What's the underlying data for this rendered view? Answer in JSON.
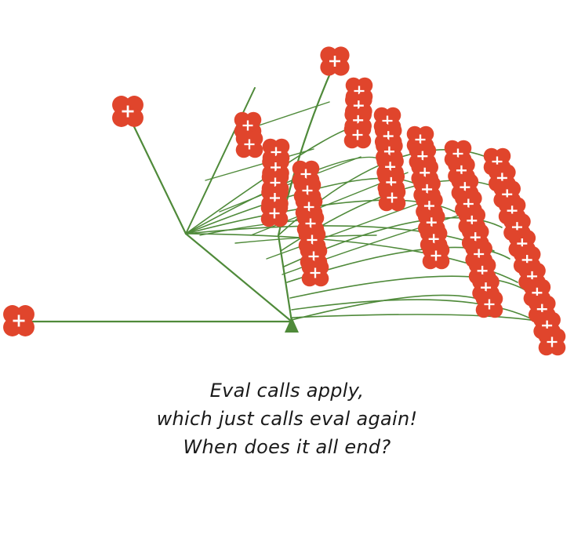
{
  "illustration": {
    "subject": "tree-with-flower-clusters",
    "stem_color": "#4f8a3a",
    "flower_color": "#e0452c",
    "flower_center_color": "#ffffff"
  },
  "poem": {
    "lines": [
      "Eval calls apply,",
      "which just calls eval again!",
      "When does it all end?"
    ]
  }
}
